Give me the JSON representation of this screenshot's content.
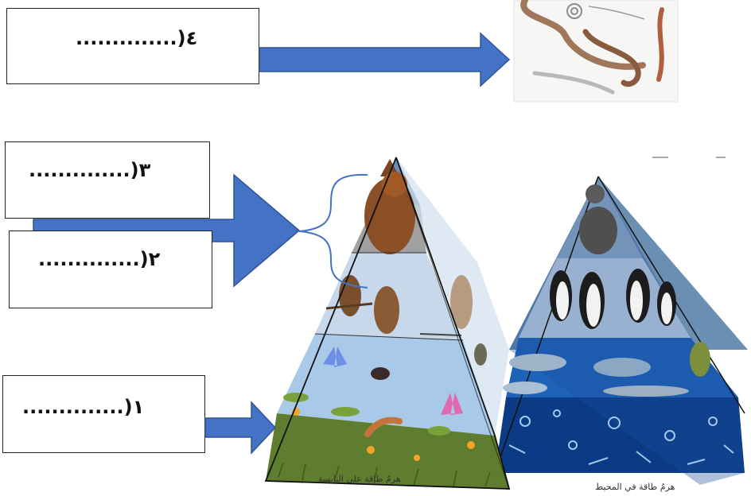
{
  "labels": {
    "box4": "..............)٤",
    "box3": "..............)٣",
    "box2": "..............)٢",
    "box1": "..............)١"
  },
  "captions": {
    "land_pyramid": "هرمُ طاقة على اليابسة",
    "ocean_pyramid": "هرمُ طاقة في المحيط"
  },
  "colors": {
    "arrow": "#4472c4",
    "arrow_stroke": "#2f5597"
  },
  "icons": {
    "worms": "worms-decomposers-picture",
    "land_pyramid": "land-energy-pyramid-picture",
    "ocean_pyramid": "ocean-energy-pyramid-picture"
  }
}
